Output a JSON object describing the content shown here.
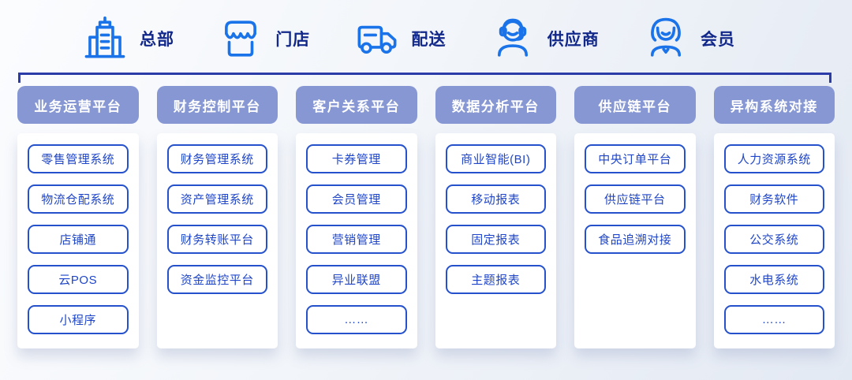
{
  "top_entities": [
    {
      "label": "总部",
      "icon": "building-icon"
    },
    {
      "label": "门店",
      "icon": "storefront-icon"
    },
    {
      "label": "配送",
      "icon": "delivery-truck-icon"
    },
    {
      "label": "供应商",
      "icon": "supplier-person-icon"
    },
    {
      "label": "会员",
      "icon": "member-person-icon"
    }
  ],
  "columns": [
    {
      "header": "业务运营平台",
      "items": [
        "零售管理系统",
        "物流仓配系统",
        "店铺通",
        "云POS",
        "小程序"
      ]
    },
    {
      "header": "财务控制平台",
      "items": [
        "财务管理系统",
        "资产管理系统",
        "财务转账平台",
        "资金监控平台"
      ]
    },
    {
      "header": "客户关系平台",
      "items": [
        "卡券管理",
        "会员管理",
        "营销管理",
        "异业联盟",
        "……"
      ]
    },
    {
      "header": "数据分析平台",
      "items": [
        "商业智能(BI)",
        "移动报表",
        "固定报表",
        "主题报表"
      ]
    },
    {
      "header": "供应链平台",
      "items": [
        "中央订单平台",
        "供应链平台",
        "食品追溯对接"
      ]
    },
    {
      "header": "异构系统对接",
      "items": [
        "人力资源系统",
        "财务软件",
        "公交系统",
        "水电系统",
        "……"
      ]
    }
  ],
  "colors": {
    "icon_blue": "#1a73e8",
    "entity_label_text": "#12288a",
    "bracket_line": "#2b3ca8",
    "header_pill_bg": "#8697d3",
    "header_pill_text": "#ffffff",
    "item_border": "#2552cc",
    "item_text": "#1f46c8",
    "card_bg": "#ffffff"
  }
}
